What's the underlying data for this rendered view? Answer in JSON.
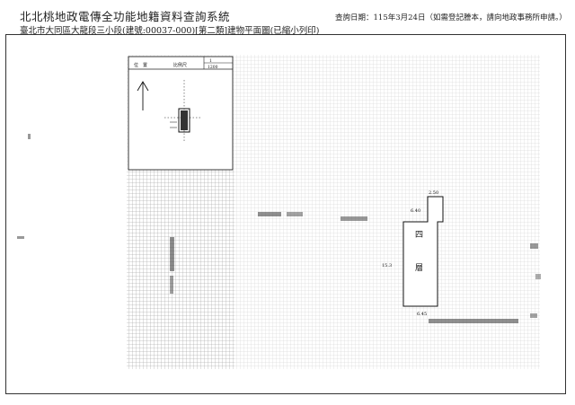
{
  "header": {
    "system_title": "北北桃地政電傳全功能地籍資料查詢系統",
    "subtitle": "臺北市大同區大龍段三小段(建號:00037-000)[第二類]建物平面圖(已縮小列印)",
    "query_date": "查詢日期：115年3月24日（如需登記謄本，請向地政事務所申請。）"
  },
  "drawing": {
    "title_block": {
      "label_location": "位　置",
      "label_scale": "比例尺",
      "scale_value_top": "1",
      "scale_value_bottom": "1200"
    },
    "floor_label": "四　層",
    "dim_top": "2.50",
    "dim_left_top": "6.40",
    "dim_left": "15.3",
    "dim_bottom": "6.45"
  }
}
